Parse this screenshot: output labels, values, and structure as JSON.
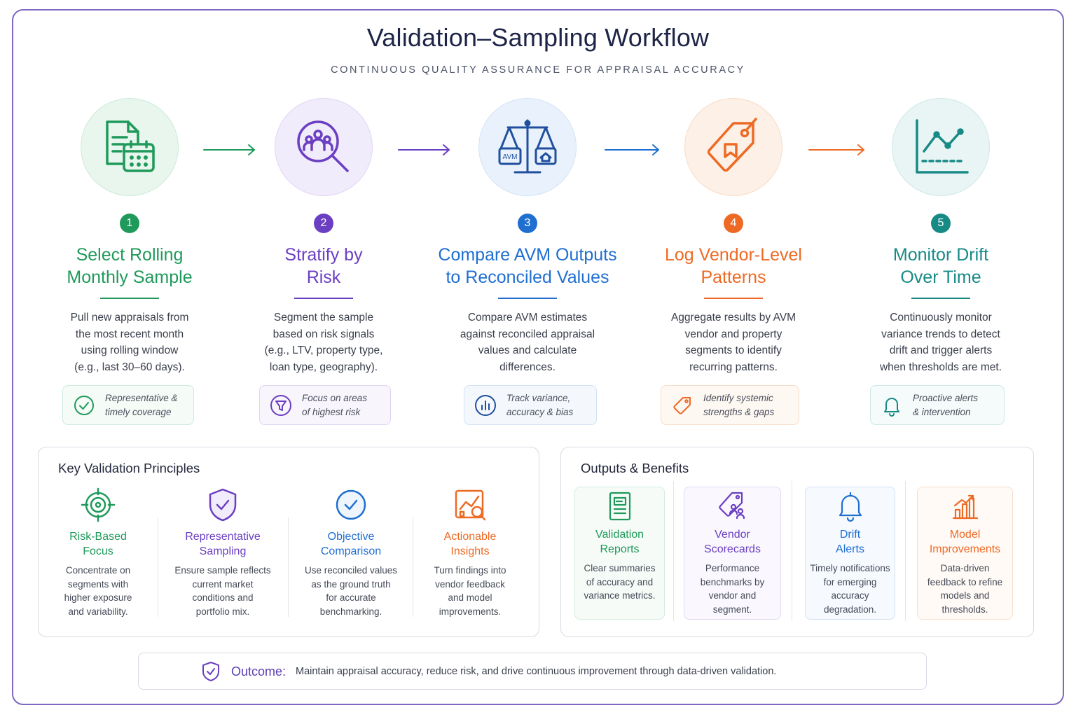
{
  "header": {
    "title": "Validation–Sampling Workflow",
    "subtitle": "CONTINUOUS QUALITY ASSURANCE FOR APPRAISAL ACCURACY"
  },
  "colors": {
    "green": "#1f9a5a",
    "purple": "#6b3fc2",
    "blue": "#1f6fd1",
    "orange": "#ee6a24",
    "teal": "#178a86",
    "frame": "#7f68c4"
  },
  "steps": [
    {
      "number": "1",
      "title_line1": "Select Rolling",
      "title_line2": "Monthly Sample",
      "desc": [
        "Pull new appraisals from",
        "the most recent month",
        "using rolling window",
        "(e.g., last 30–60 days)."
      ],
      "pill_line1": "Representative &",
      "pill_line2": "timely coverage",
      "icon": "document-calendar-icon",
      "pill_icon": "check-circle-icon"
    },
    {
      "number": "2",
      "title_line1": "Stratify by",
      "title_line2": "Risk",
      "desc": [
        "Segment the sample",
        "based on risk signals",
        "(e.g., LTV, property type,",
        "loan type, geography)."
      ],
      "pill_line1": "Focus on areas",
      "pill_line2": "of highest risk",
      "icon": "magnifier-people-icon",
      "pill_icon": "filter-icon"
    },
    {
      "number": "3",
      "title_line1": "Compare AVM Outputs",
      "title_line2": "to Reconciled Values",
      "desc": [
        "Compare AVM estimates",
        "against reconciled appraisal",
        "values and calculate",
        "differences."
      ],
      "pill_line1": "Track variance,",
      "pill_line2": "accuracy & bias",
      "icon": "balance-scale-icon",
      "scale_label": "AVM",
      "pill_icon": "bar-chart-circle-icon"
    },
    {
      "number": "4",
      "title_line1": "Log Vendor-Level",
      "title_line2": "Patterns",
      "desc": [
        "Aggregate results by AVM",
        "vendor and property",
        "segments to identify",
        "recurring patterns."
      ],
      "pill_line1": "Identify systemic",
      "pill_line2": "strengths & gaps",
      "icon": "tag-bookmark-icon",
      "pill_icon": "tag-icon"
    },
    {
      "number": "5",
      "title_line1": "Monitor Drift",
      "title_line2": "Over Time",
      "desc": [
        "Continuously monitor",
        "variance trends to detect",
        "drift and trigger alerts",
        "when thresholds are met."
      ],
      "pill_line1": "Proactive alerts",
      "pill_line2": "& intervention",
      "icon": "line-chart-icon",
      "pill_icon": "bell-icon"
    }
  ],
  "principles": {
    "title": "Key Validation Principles",
    "items": [
      {
        "title_line1": "Risk-Based",
        "title_line2": "Focus",
        "desc": [
          "Concentrate on",
          "segments with",
          "higher exposure",
          "and variability."
        ],
        "icon": "target-icon"
      },
      {
        "title_line1": "Representative",
        "title_line2": "Sampling",
        "desc": [
          "Ensure sample reflects",
          "current market",
          "conditions and",
          "portfolio mix."
        ],
        "icon": "shield-check-icon"
      },
      {
        "title_line1": "Objective",
        "title_line2": "Comparison",
        "desc": [
          "Use reconciled values",
          "as the ground truth",
          "for accurate",
          "benchmarking."
        ],
        "icon": "check-circle-icon"
      },
      {
        "title_line1": "Actionable",
        "title_line2": "Insights",
        "desc": [
          "Turn findings into",
          "vendor feedback",
          "and model",
          "improvements."
        ],
        "icon": "chart-magnifier-icon"
      }
    ]
  },
  "outputs": {
    "title": "Outputs & Benefits",
    "items": [
      {
        "title_line1": "Validation",
        "title_line2": "Reports",
        "desc": [
          "Clear summaries",
          "of accuracy and",
          "variance metrics."
        ],
        "icon": "report-icon"
      },
      {
        "title_line1": "Vendor",
        "title_line2": "Scorecards",
        "desc": [
          "Performance",
          "benchmarks by",
          "vendor and",
          "segment."
        ],
        "icon": "vendor-tag-icon"
      },
      {
        "title_line1": "Drift",
        "title_line2": "Alerts",
        "desc": [
          "Timely notifications",
          "for emerging",
          "accuracy",
          "degradation."
        ],
        "icon": "bell-icon"
      },
      {
        "title_line1": "Model",
        "title_line2": "Improvements",
        "desc": [
          "Data-driven",
          "feedback to refine",
          "models and",
          "thresholds."
        ],
        "icon": "bar-growth-icon"
      }
    ]
  },
  "outcome": {
    "label": "Outcome:",
    "text": "Maintain appraisal accuracy, reduce risk, and drive continuous improvement through data-driven validation.",
    "icon": "shield-check-icon"
  }
}
